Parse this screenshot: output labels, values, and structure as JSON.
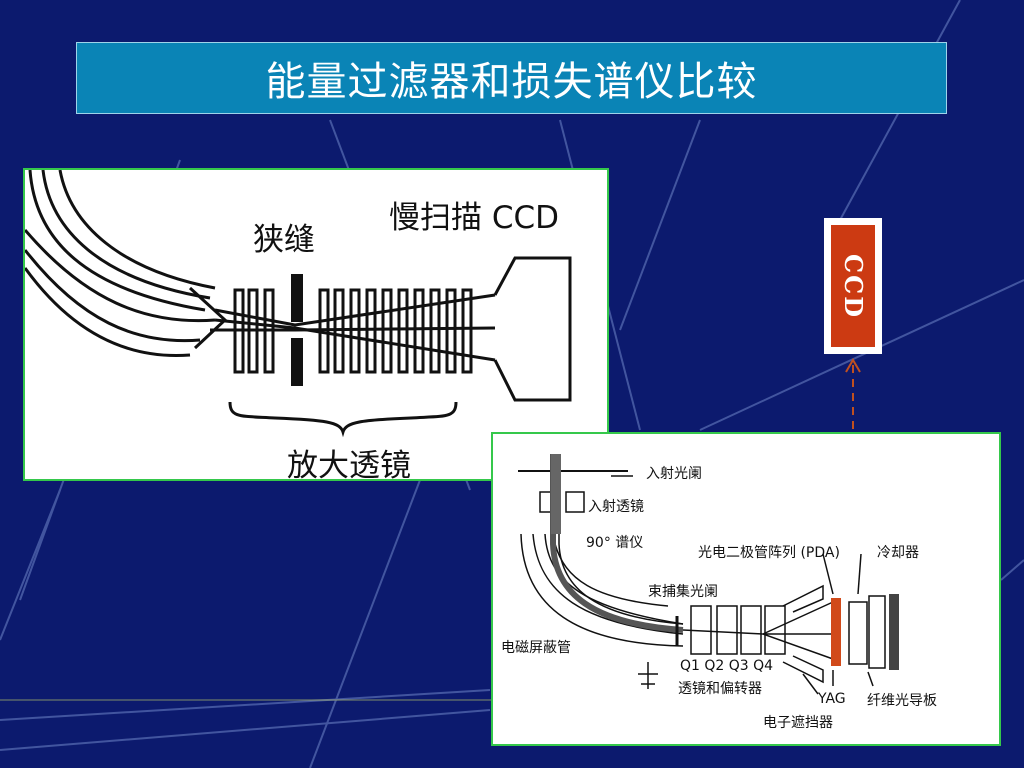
{
  "slide": {
    "title": "能量过滤器和损失谱仪比较",
    "colors": {
      "background": "#0c1a6e",
      "title_bar": "#0a84b6",
      "panel_border": "#35c84b",
      "ccd_red": "#cc3a12",
      "dashed_arrow": "#c0501f"
    }
  },
  "filter_diagram": {
    "label_slit": "狭缝",
    "label_ccd": "慢扫描 CCD",
    "label_lenses": "放大透镜"
  },
  "spectrometer_diagram": {
    "ccd_label": "CCD",
    "label_entrance_aperture": "入射光阑",
    "label_entrance_lens": "入射透镜",
    "label_spectrometer": "90° 谱仪",
    "label_pda": "光电二极管阵列 (PDA)",
    "label_cooler": "冷却器",
    "label_beam_aperture": "束捕集光阑",
    "label_shield": "电磁屏蔽管",
    "label_quads": "Q1 Q2 Q3 Q4",
    "label_lenses_deflectors": "透镜和偏转器",
    "label_yag": "YAG",
    "label_fiber": "纤维光导板",
    "label_electron_stop": "电子遮挡器"
  }
}
